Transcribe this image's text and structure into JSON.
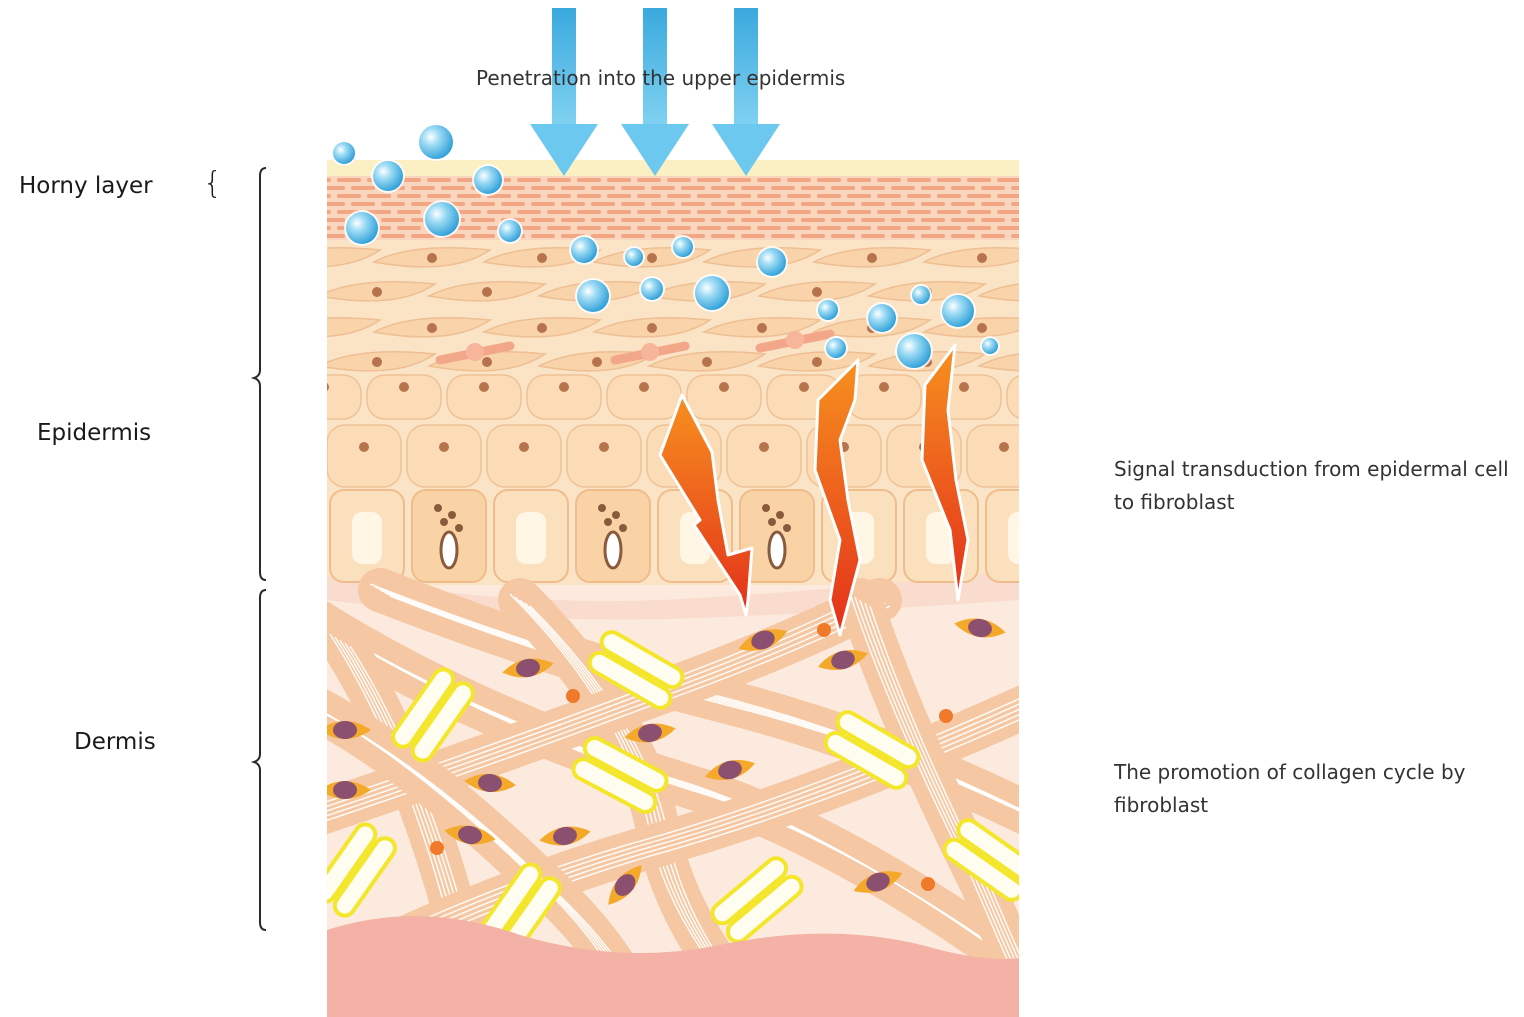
{
  "title": "Penetration into the upper epidermis",
  "layers": {
    "horny": "Horny layer",
    "horny_brace": "{",
    "epidermis": "Epidermis",
    "dermis": "Dermis"
  },
  "annotations": {
    "signal": "Signal transduction from epidermal cell to fibroblast",
    "collagen": "The promotion of collagen cycle by fibroblast"
  },
  "colors": {
    "arrow": "#3fb5e4",
    "droplet": "#62c3ea",
    "bolt_outer": "#f4701f",
    "bolt_inner": "#e2321c",
    "epidermis": "#fbe1c2",
    "dermis": "#fbeadc",
    "collagen": "#f5c7a2",
    "fiber_clip": "#f3e62b",
    "fibroblast_nucleus": "#8b4f70",
    "fibroblast_body": "#f5a92a",
    "dermal_base": "#f3b0a5"
  }
}
